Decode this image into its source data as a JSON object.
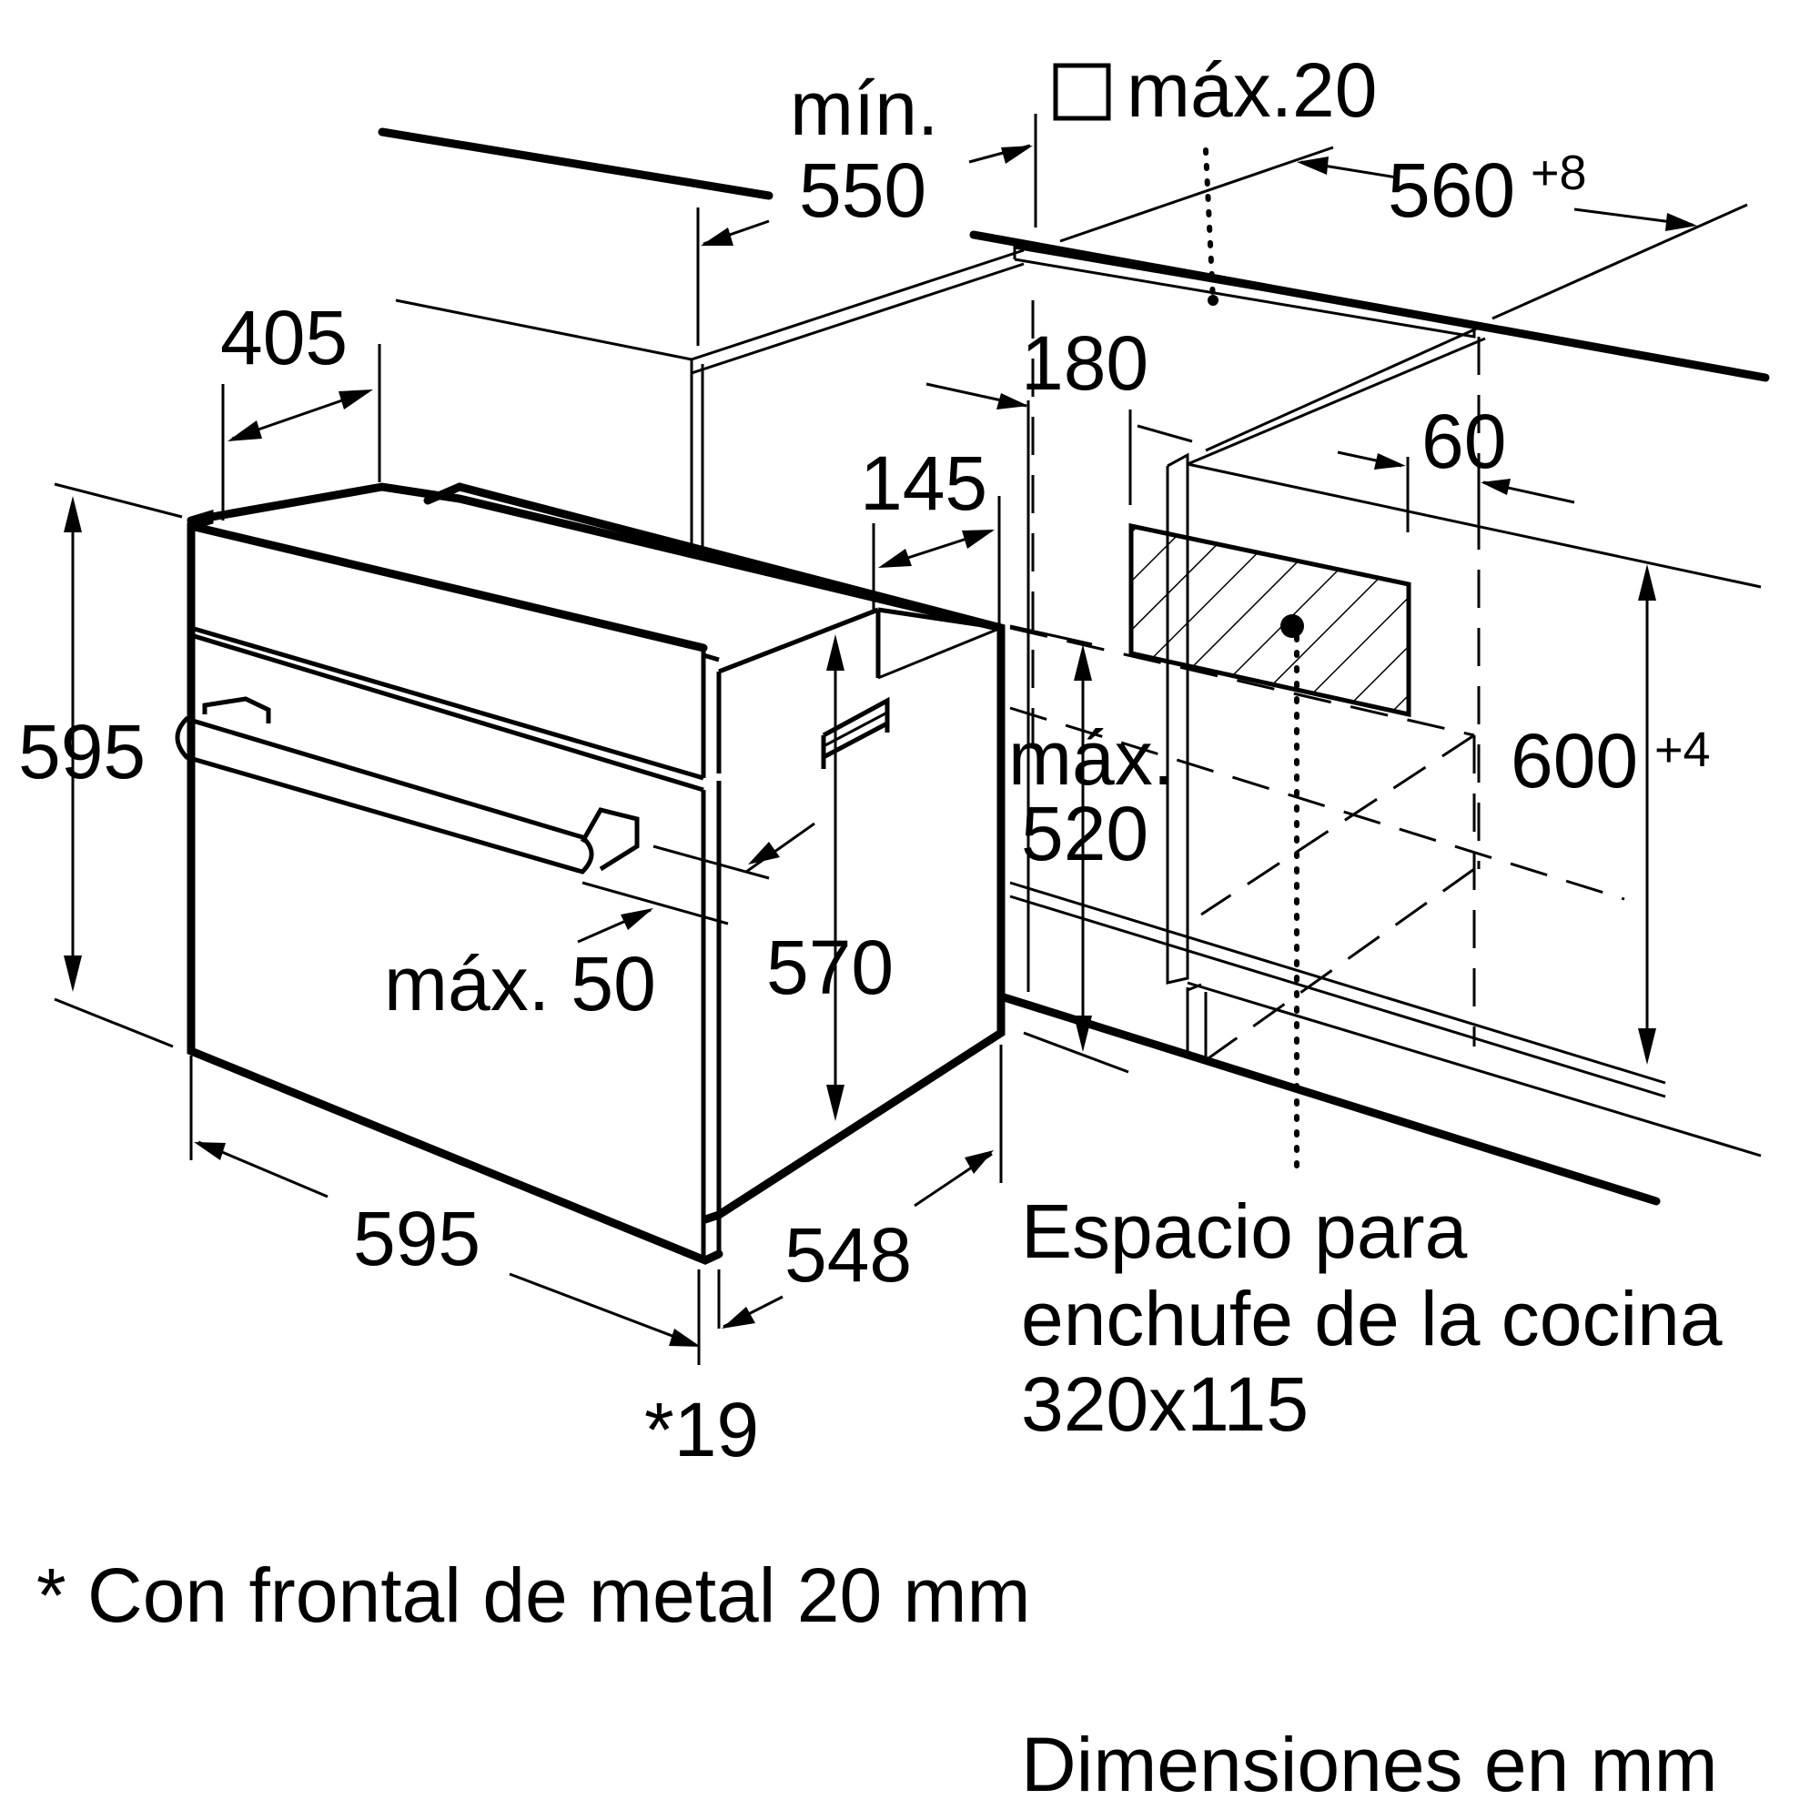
{
  "labels": {
    "min": "mín.",
    "d550": "550",
    "max20": "máx.20",
    "d560": "560",
    "d560_tol": "+8",
    "d405": "405",
    "d180": "180",
    "d60": "60",
    "d145": "145",
    "d595_height": "595",
    "d600": "600",
    "d600_tol": "+4",
    "max": "máx.",
    "d520": "520",
    "d570": "570",
    "max50": "máx. 50",
    "d595_width": "595",
    "d548": "548",
    "d19": "*19",
    "socket_line1": "Espacio para",
    "socket_line2": "enchufe de la cocina",
    "socket_line3": "320x115",
    "footnote": "* Con frontal de metal 20 mm",
    "units": "Dimensiones en mm"
  },
  "icons": {
    "square": "square-outline-icon"
  }
}
